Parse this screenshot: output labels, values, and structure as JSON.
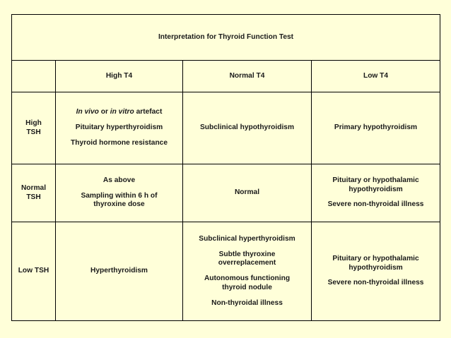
{
  "title": "Interpretation for Thyroid Function Test",
  "columns": [
    "High T4",
    "Normal T4",
    "Low T4"
  ],
  "rows": [
    {
      "label": [
        "High",
        "TSH"
      ],
      "cells": [
        [
          "In vivo or in vitro artefact",
          "Pituitary hyperthyroidism",
          "Thyroid hormone resistance"
        ],
        [
          "Subclinical hypothyroidism"
        ],
        [
          "Primary hypothyroidism"
        ]
      ]
    },
    {
      "label": [
        "Normal",
        "TSH"
      ],
      "cells": [
        [
          "As above",
          "Sampling within 6 h of thyroxine dose"
        ],
        [
          "Normal"
        ],
        [
          "Pituitary or hypothalamic hypothyroidism",
          "Severe non-thyroidal illness"
        ]
      ]
    },
    {
      "label": [
        "Low TSH"
      ],
      "cells": [
        [
          "Hyperthyroidism"
        ],
        [
          "Subclinical hyperthyroidism",
          "Subtle thyroxine overreplacement",
          "Autonomous functioning thyroid nodule",
          "Non-thyroidal illness"
        ],
        [
          "Pituitary or hypothalamic hypothyroidism",
          "Severe non-thyroidal illness"
        ]
      ]
    }
  ],
  "italic_parts": {
    "in_vivo": "In vivo",
    "or": " or ",
    "in_vitro": "in vitro",
    "artefact": " artefact"
  },
  "colors": {
    "background": "#ffffd9",
    "title": "#c0006a",
    "column_header": "#c0006a",
    "row_header": "#2a8fe0",
    "body_text": "#1a1a1a"
  }
}
